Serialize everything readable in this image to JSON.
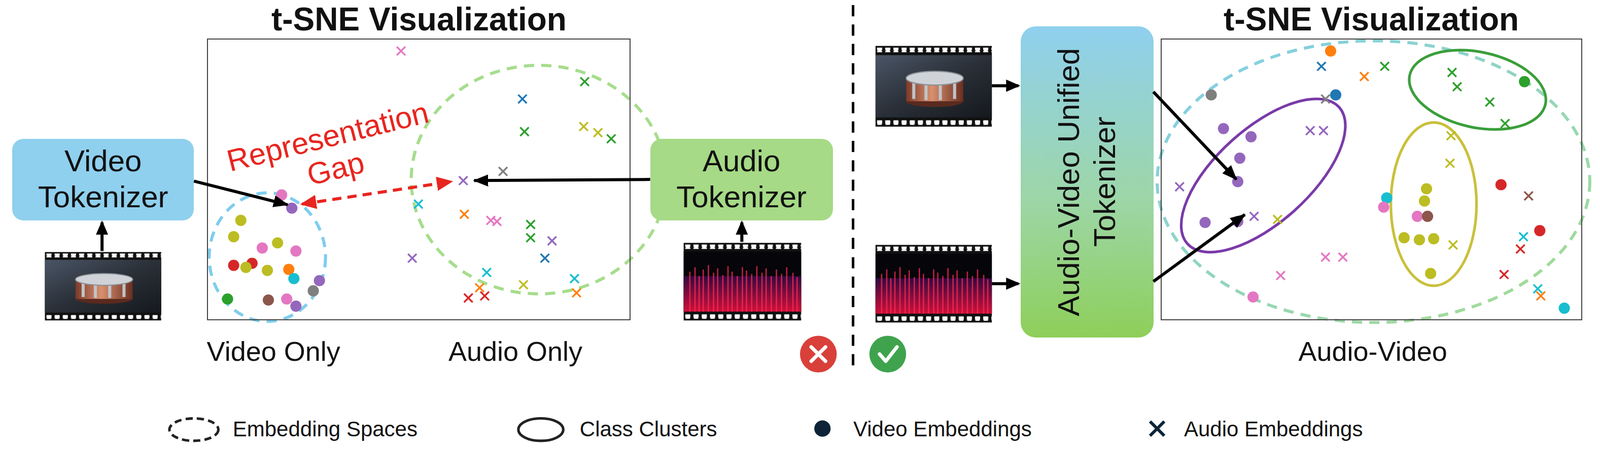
{
  "diagram": {
    "nodes": [
      {
        "text": [
          "Video Tokenizer"
        ]
      },
      {
        "text": [
          "t-SNE Visualization"
        ]
      },
      {
        "text": [
          "Audio Tokenizer"
        ]
      },
      {
        "text": [
          "Audio-Video Unified Tokenizer"
        ]
      },
      {
        "text": [
          "t-SNE Visualization"
        ]
      }
    ],
    "edges": [
      {
        "from": 0,
        "to": 1,
        "arrow": "to"
      },
      {
        "from": 2,
        "to": 1,
        "arrow": "to"
      },
      {
        "from": 3,
        "to": 4,
        "arrow": "to"
      },
      {
        "from": 3,
        "to": 4,
        "arrow": "to"
      }
    ],
    "labels": [
      "Representation Gap",
      "Video Only",
      "Audio Only",
      "Audio-Video"
    ],
    "legend": [
      {
        "text": "Embedding Spaces"
      },
      {
        "text": "Class Clusters"
      },
      {
        "text": "Video Embeddings"
      },
      {
        "text": "Audio Embeddings"
      }
    ]
  }
}
